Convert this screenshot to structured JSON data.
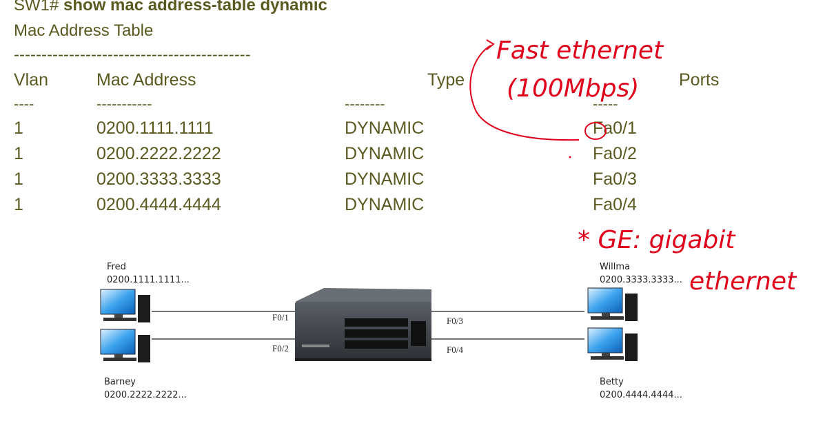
{
  "header": {
    "prompt": "SW1#",
    "command": "show mac address-table dynamic",
    "subtitle": "Mac Address Table",
    "separator": "-------------------------------------------"
  },
  "table": {
    "columns": [
      "Vlan",
      "Mac Address",
      "Type",
      "Ports"
    ],
    "underlines": [
      "----",
      "-----------",
      "--------",
      "-----"
    ],
    "rows": [
      {
        "vlan": "1",
        "mac": "0200.1111.1111",
        "type": "DYNAMIC",
        "port": "Fa0/1"
      },
      {
        "vlan": "1",
        "mac": "0200.2222.2222",
        "type": "DYNAMIC",
        "port": "Fa0/2"
      },
      {
        "vlan": "1",
        "mac": "0200.3333.3333",
        "type": "DYNAMIC",
        "port": "Fa0/3"
      },
      {
        "vlan": "1",
        "mac": "0200.4444.4444",
        "type": "DYNAMIC",
        "port": "Fa0/4"
      }
    ]
  },
  "diagram": {
    "hosts": [
      {
        "name": "Fred",
        "mac": "0200.1111.1111..."
      },
      {
        "name": "Barney",
        "mac": "0200.2222.2222..."
      },
      {
        "name": "Willma",
        "mac": "0200.3333.3333..."
      },
      {
        "name": "Betty",
        "mac": "0200.4444.4444..."
      }
    ],
    "ports": [
      "F0/1",
      "F0/2",
      "F0/3",
      "F0/4"
    ]
  },
  "annotations": {
    "fast_ethernet": "Fast ethernet",
    "speed": "(100Mbps)",
    "ge_note": "* GE: gigabit",
    "ethernet": "ethernet"
  },
  "colors": {
    "text": "#5a5a20",
    "annotation": "#e0001b"
  }
}
